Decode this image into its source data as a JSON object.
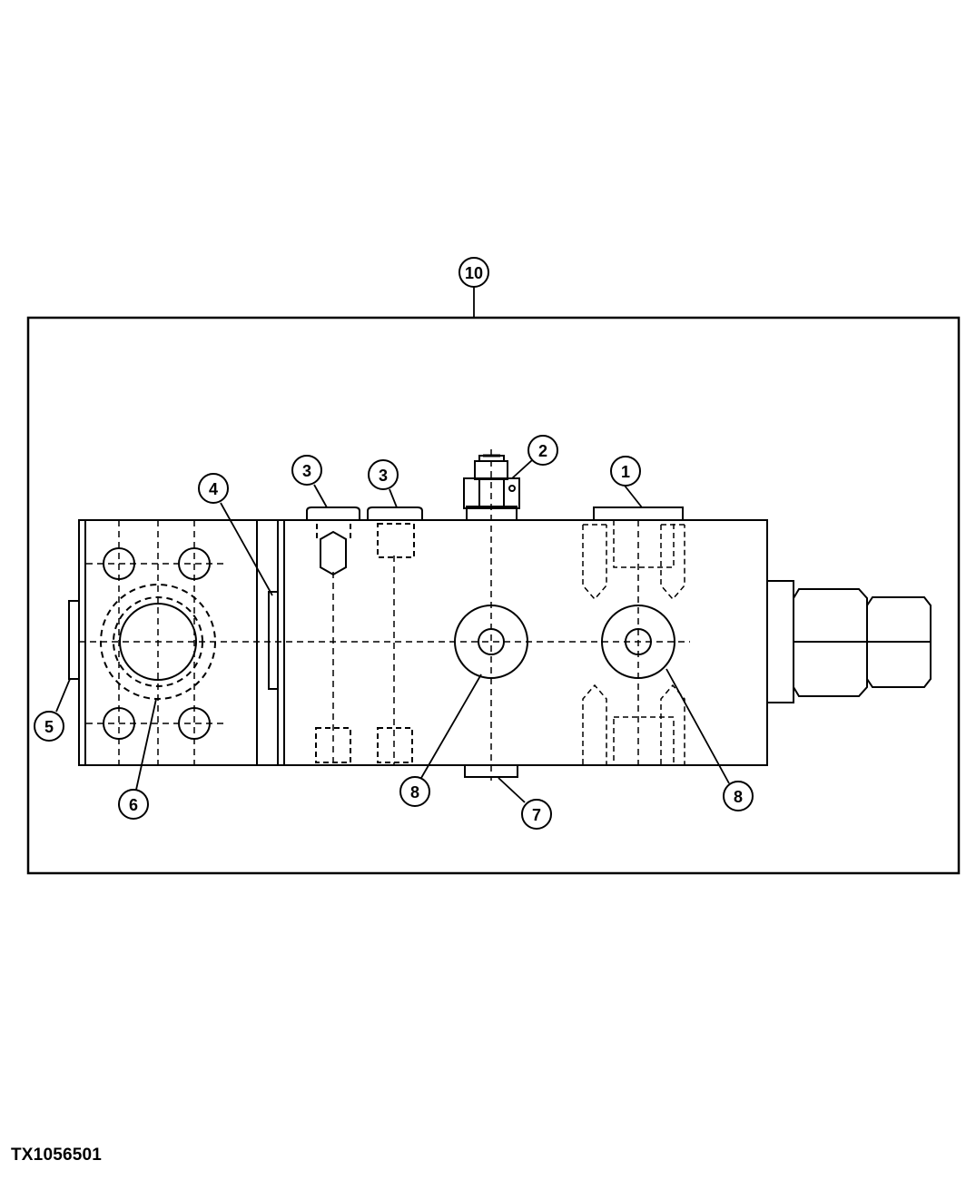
{
  "figure_id": "TX1056501",
  "callouts": [
    {
      "id": "c10",
      "label": "10"
    },
    {
      "id": "c2",
      "label": "2"
    },
    {
      "id": "c1",
      "label": "1"
    },
    {
      "id": "c3a",
      "label": "3"
    },
    {
      "id": "c3b",
      "label": "3"
    },
    {
      "id": "c4",
      "label": "4"
    },
    {
      "id": "c5",
      "label": "5"
    },
    {
      "id": "c6",
      "label": "6"
    },
    {
      "id": "c8a",
      "label": "8"
    },
    {
      "id": "c7",
      "label": "7"
    },
    {
      "id": "c8b",
      "label": "8"
    }
  ]
}
